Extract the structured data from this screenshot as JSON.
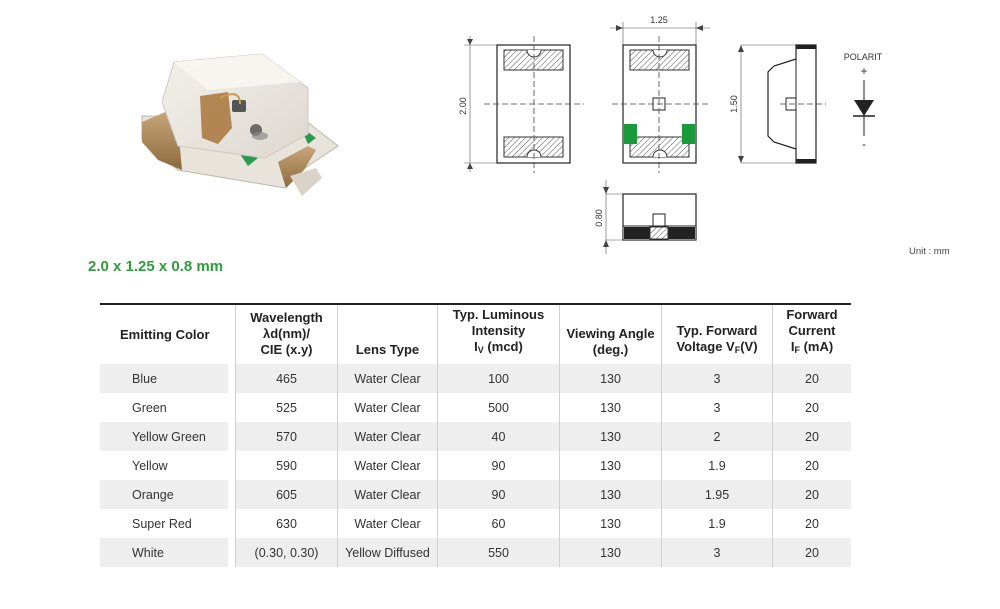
{
  "package_size": "2.0 x 1.25 x 0.8 mm",
  "unit_note": "Unit : mm",
  "drawing": {
    "dim_width": "1.25",
    "dim_length": "2.00",
    "dim_side_length": "1.50",
    "dim_height": "0.80",
    "polarity_label": "POLARIT",
    "plus_sign": "+",
    "minus_sign": "-"
  },
  "table": {
    "headers": {
      "color": "Emitting Color",
      "wavelength_l1": "Wavelength",
      "wavelength_l2": "λd(nm)/",
      "wavelength_l3": "CIE (x.y)",
      "lens": "Lens Type",
      "lum_l1": "Typ. Luminous",
      "lum_l2": "Intensity",
      "lum_sym": "I",
      "lum_sub": "V",
      "lum_unit": " (mcd)",
      "angle_l1": "Viewing Angle",
      "angle_l2": "(deg.)",
      "volt_l1": "Typ. Forward",
      "volt_pre": "Voltage V",
      "volt_sub": "F",
      "volt_unit": "(V)",
      "curr_l1": "Forward",
      "curr_l2": "Current",
      "curr_sym": "I",
      "curr_sub": "F",
      "curr_unit": " (mA)"
    },
    "rows": [
      {
        "color": "Blue",
        "wavelength": "465",
        "lens": "Water Clear",
        "intensity": "100",
        "angle": "130",
        "voltage": "3",
        "current": "20"
      },
      {
        "color": "Green",
        "wavelength": "525",
        "lens": "Water Clear",
        "intensity": "500",
        "angle": "130",
        "voltage": "3",
        "current": "20"
      },
      {
        "color": "Yellow Green",
        "wavelength": "570",
        "lens": "Water Clear",
        "intensity": "40",
        "angle": "130",
        "voltage": "2",
        "current": "20"
      },
      {
        "color": "Yellow",
        "wavelength": "590",
        "lens": "Water Clear",
        "intensity": "90",
        "angle": "130",
        "voltage": "1.9",
        "current": "20"
      },
      {
        "color": "Orange",
        "wavelength": "605",
        "lens": "Water Clear",
        "intensity": "90",
        "angle": "130",
        "voltage": "1.95",
        "current": "20"
      },
      {
        "color": "Super Red",
        "wavelength": "630",
        "lens": "Water Clear",
        "intensity": "60",
        "angle": "130",
        "voltage": "1.9",
        "current": "20"
      },
      {
        "color": "White",
        "wavelength": "(0.30, 0.30)",
        "lens": "Yellow Diffused",
        "intensity": "550",
        "angle": "130",
        "voltage": "3",
        "current": "20"
      }
    ]
  },
  "colors": {
    "accent_green": "#2e9e3c",
    "pad_green": "#1a9a3a",
    "row_stripe": "#eeeeee"
  }
}
